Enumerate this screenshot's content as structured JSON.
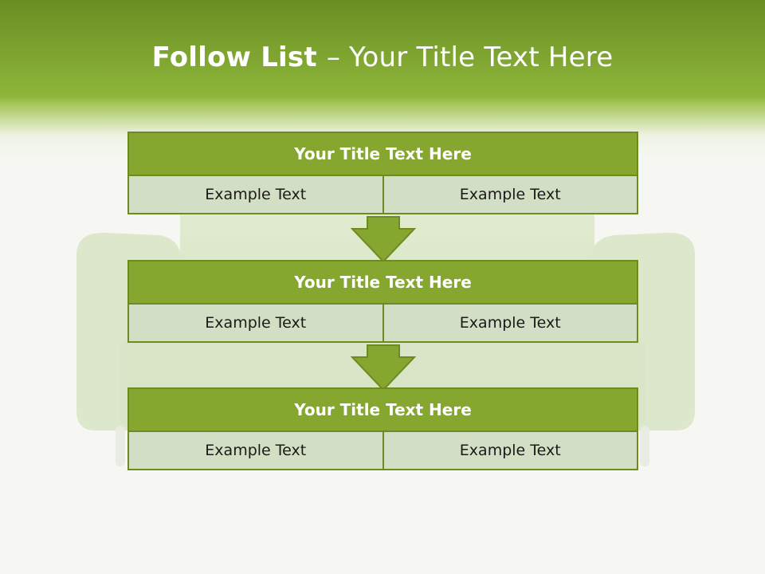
{
  "title": {
    "bold": "Follow List ",
    "rest": " – Your Title Text Here"
  },
  "blocks": [
    {
      "title": "Your Title Text Here",
      "left": "Example Text",
      "right": "Example Text"
    },
    {
      "title": "Your Title Text Here",
      "left": "Example Text",
      "right": "Example Text"
    },
    {
      "title": "Your Title Text Here",
      "left": "Example Text",
      "right": "Example Text"
    }
  ],
  "colors": {
    "header": "#8db53a",
    "box_title": "#86a72f",
    "box_cell": "#d3dfc4",
    "border": "#6e8b22"
  }
}
